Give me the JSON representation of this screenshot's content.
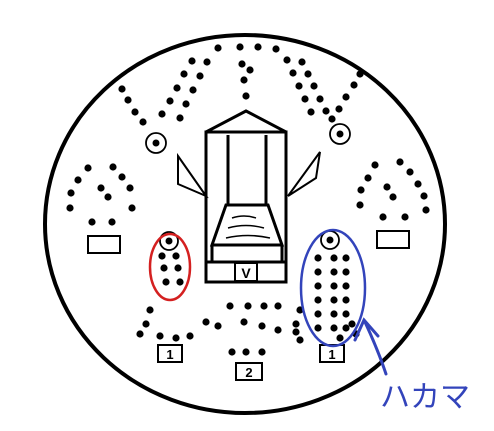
{
  "labels": {
    "center_box": "V",
    "left_marker": "1",
    "center_marker": "2",
    "right_marker": "1",
    "annotation": "ハカマ"
  },
  "colors": {
    "outline": "#000000",
    "red_highlight": "#d42020",
    "blue_highlight": "#3344bb"
  }
}
